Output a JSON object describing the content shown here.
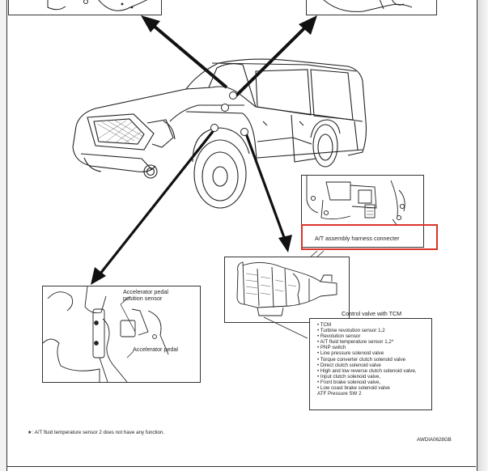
{
  "callouts": {
    "accelerator_sensor_line1": "Accelerator pedal",
    "accelerator_sensor_line2": "position sensor",
    "accelerator_pedal": "Accelerator pedal",
    "harness_connector": "A/T assembly harness connecter",
    "control_valve": "Control valve with TCM"
  },
  "component_list": [
    "• TCM",
    "• Turbine revolution sensor 1,2",
    "• Revolution sensor",
    "• A/T fluid temperature sensor 1,2*",
    "• PNP switch",
    "• Line pressure solenoid valve",
    "• Torque converter clutch solenoid valve",
    "• Direct clutch solenoid valve",
    "• High and low reverse clutch solenoid valve,",
    "• Input clutch solenoid valve,",
    "• Front brake solenoid valve,",
    "• Low coast brake solenoid valve",
    "  ATF Pressure SW 2"
  ],
  "footnote": "★: A/T fluid temperature sensor 2 does not have any function.",
  "figure_id": "AWDIA0628GB",
  "accent_color": "#d9342b"
}
